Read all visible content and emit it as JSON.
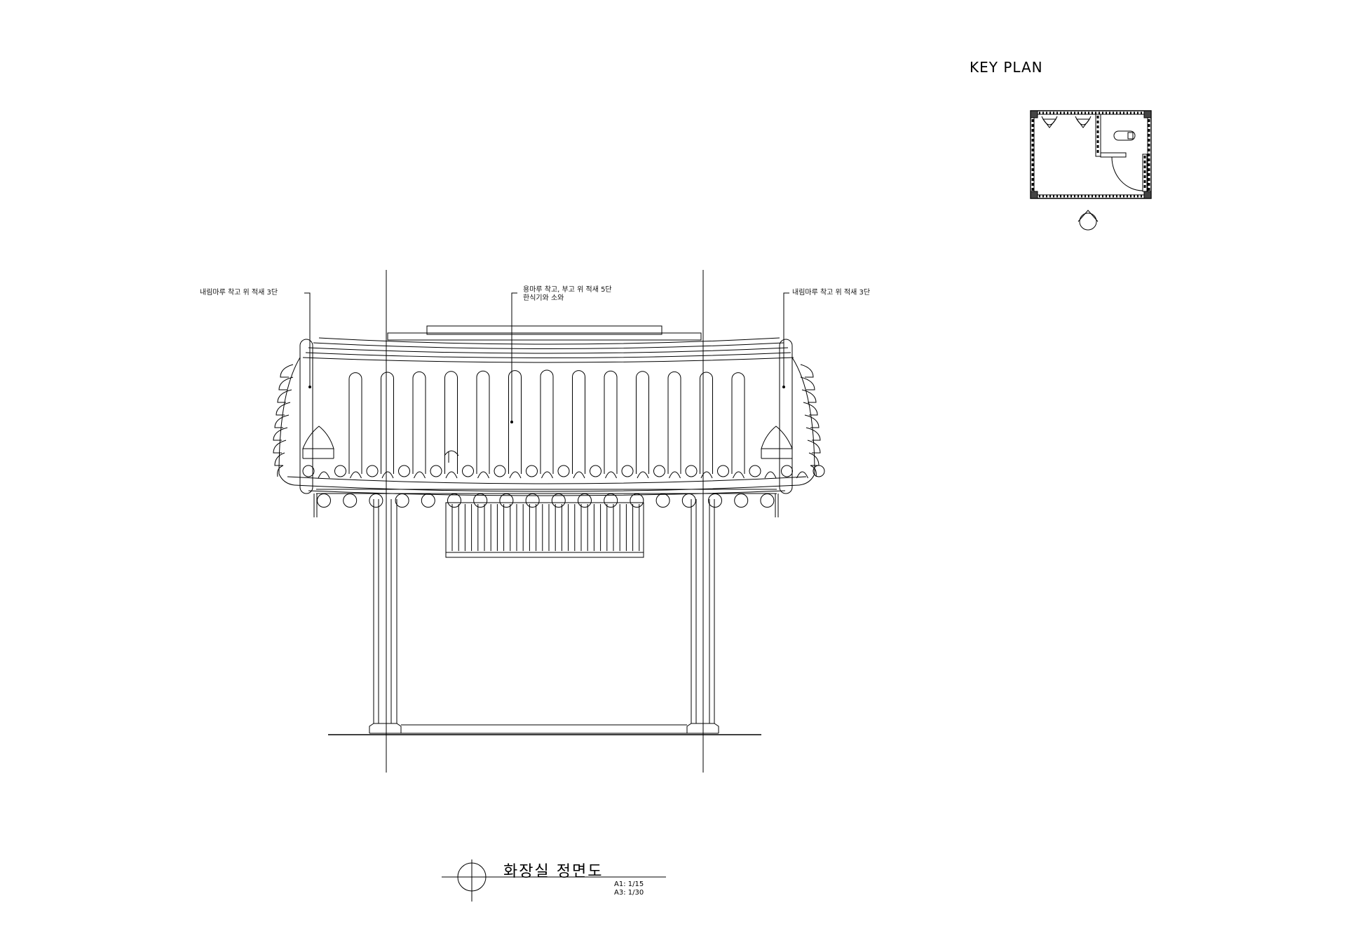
{
  "key_plan": {
    "title": "KEY PLAN"
  },
  "annotations": {
    "left_ridge": "내림마루 착고 위 적새 3단",
    "main_ridge_line1": "용마루 착고, 부고 위 적새 5단",
    "main_ridge_line2": "한식기와 소와",
    "right_ridge": "내림마루 착고 위 적새 3단"
  },
  "drawing_title": {
    "name": "화장실 정면도",
    "scale_a1": "A1: 1/15",
    "scale_a3": "A3: 1/30"
  },
  "icons": [
    "section-marker-icon",
    "view-direction-icon",
    "toilet-icon"
  ]
}
